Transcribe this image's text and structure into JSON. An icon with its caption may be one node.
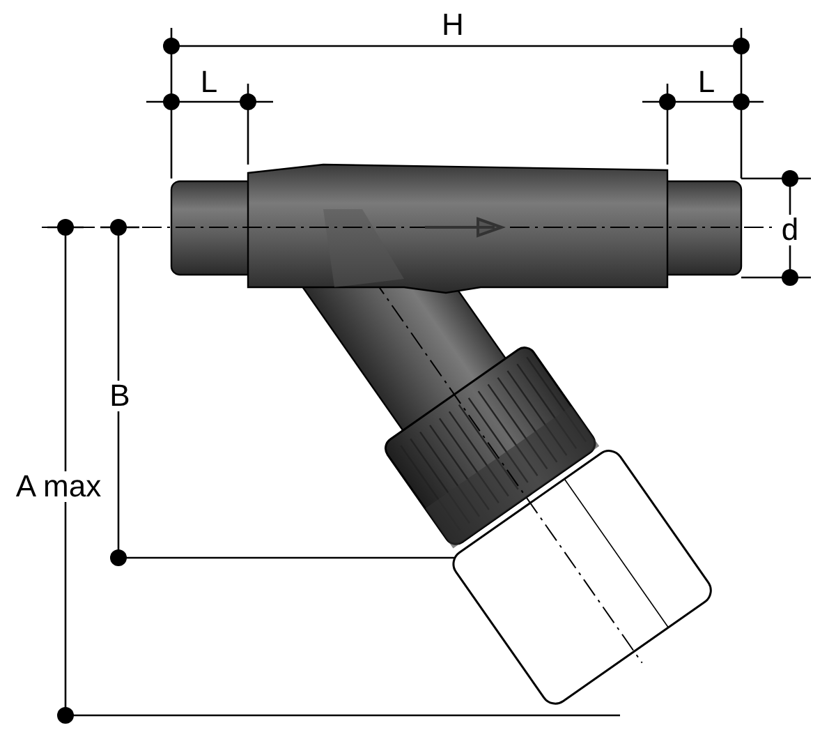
{
  "diagram": {
    "labels": [
      "H",
      "L",
      "L",
      "d",
      "B",
      "A max"
    ]
  }
}
